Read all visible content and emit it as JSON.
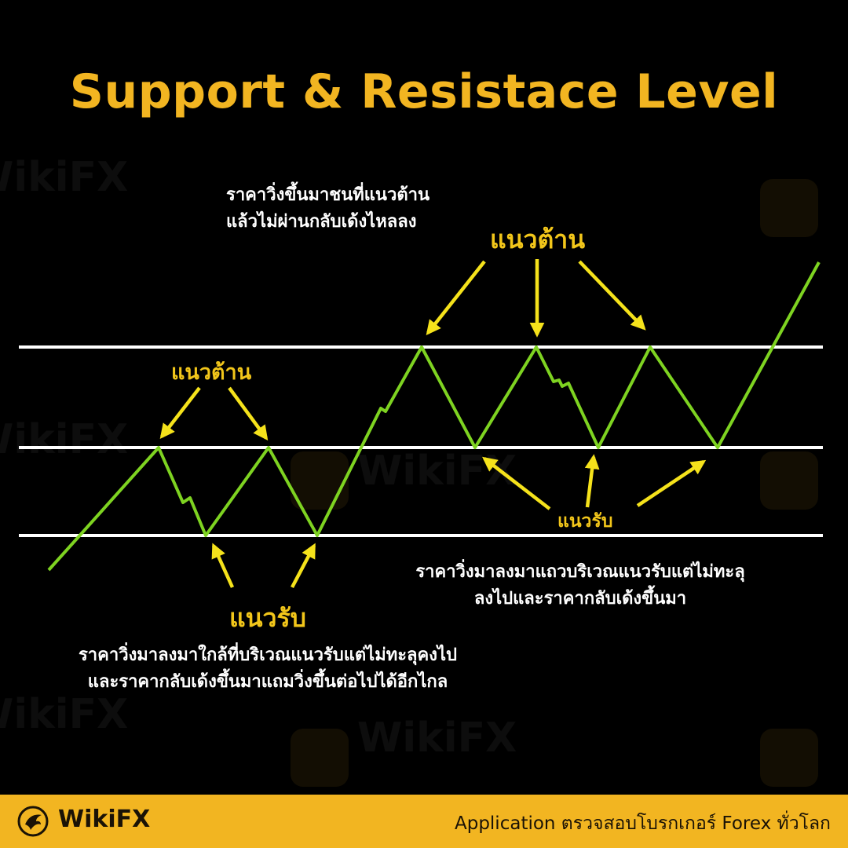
{
  "title": "Support & Resistace Level",
  "notes": {
    "top": [
      "ราคาวิ่งขึ้นมาชนที่แนวต้าน",
      "แล้วไม่ผ่านกลับเด้งไหลลง"
    ],
    "middle_right": [
      "ราคาวิ่งมาลงมาแถวบริเวณแนวรับแต่ไม่ทะลุ",
      "ลงไปและราคากลับเด้งขึ้นมา"
    ],
    "bottom_left": [
      "ราคาวิ่งมาลงมาใกล้ที่บริเวณแนวรับแต่ไม่ทะลุคงไป",
      "และราคากลับเด้งขึ้นมาแถมวิ่งขึ้นต่อไปได้อีกไกล"
    ]
  },
  "labels": {
    "resistance_top": "แนวต้าน",
    "resistance_left": "แนวต้าน",
    "support_left": "แนวรับ",
    "support_right": "แนวรับ"
  },
  "watermark_text": "WikiFX",
  "footer": {
    "brand": "WikiFX",
    "tagline": "Application ตรวจสอบโบรกเกอร์ Forex ทั่วโลก"
  },
  "colors": {
    "background": "#000000",
    "accent": "#f2b521",
    "label": "#f2c61a",
    "price_line": "#7ed321",
    "level_line": "#ffffff",
    "arrow": "#f5e21b"
  }
}
